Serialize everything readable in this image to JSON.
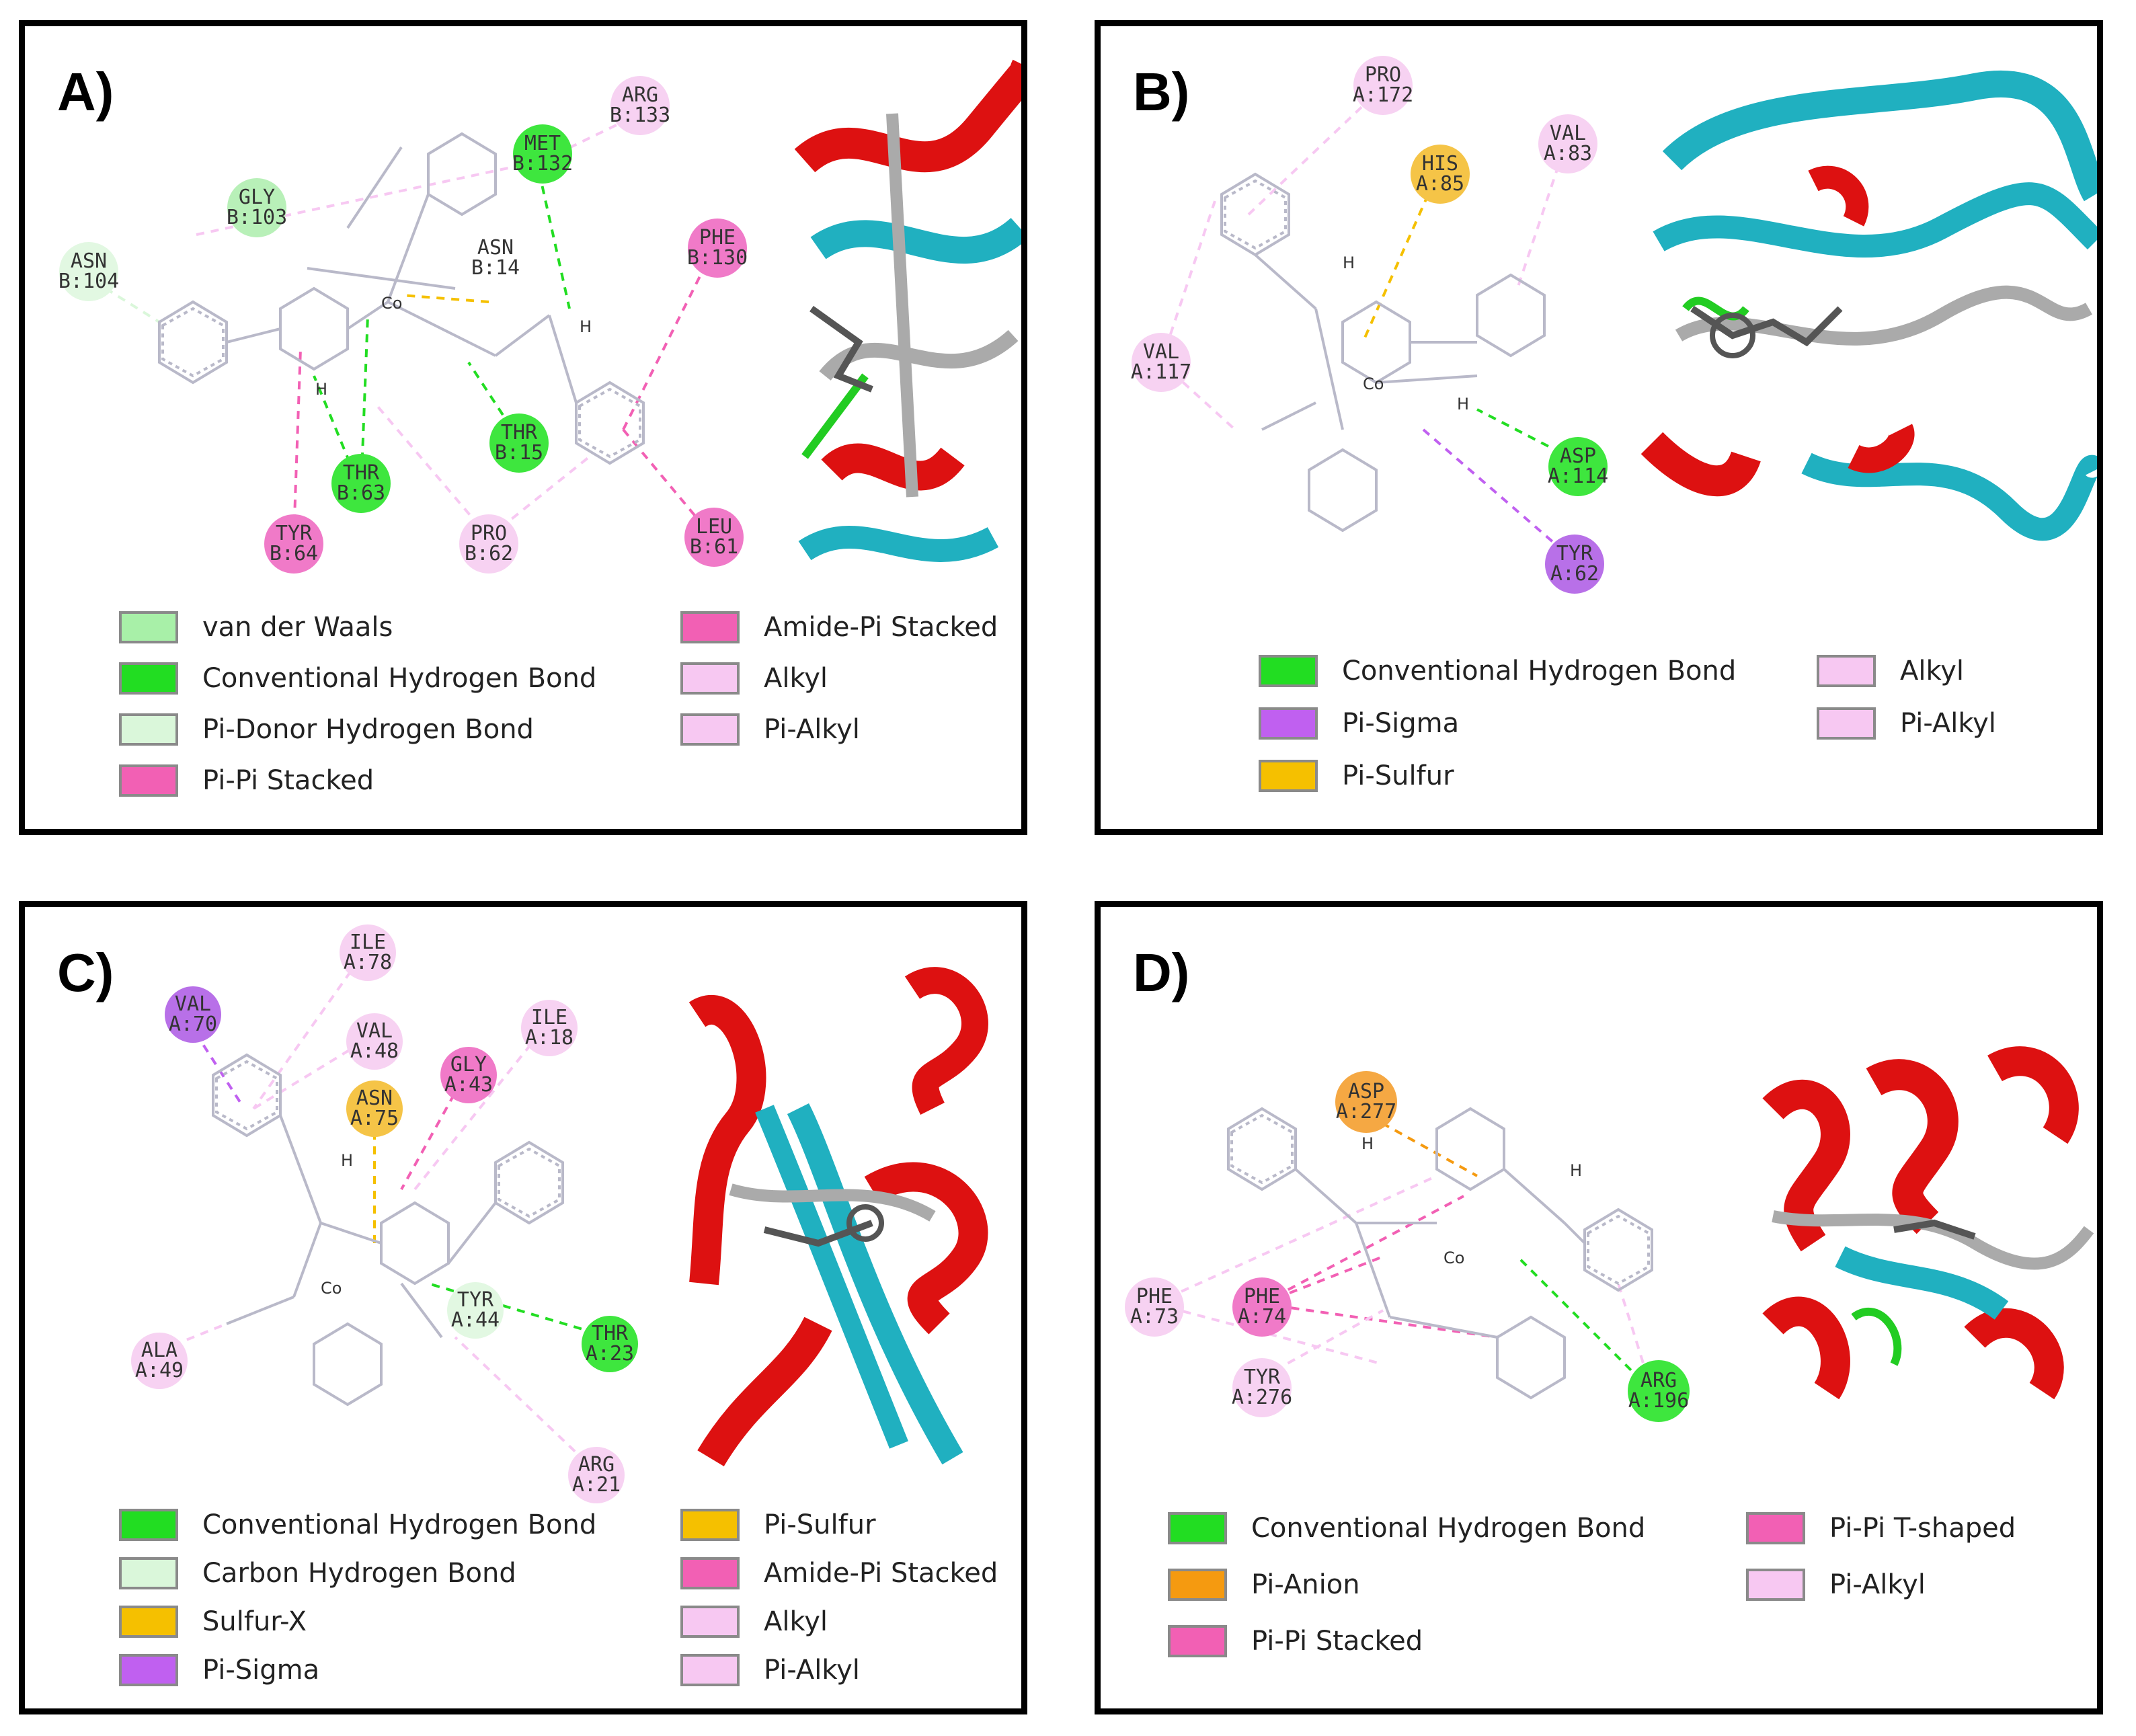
{
  "panels": [
    {
      "label": "A)",
      "residues": [
        {
          "name": "ARG",
          "id": "B:133",
          "type": "alkyl"
        },
        {
          "name": "MET",
          "id": "B:132",
          "type": "hbond"
        },
        {
          "name": "GLY",
          "id": "B:103",
          "type": "vdw"
        },
        {
          "name": "ASN",
          "id": "B:104",
          "type": "vdw_light"
        },
        {
          "name": "ASN",
          "id": "B:14",
          "type": "none"
        },
        {
          "name": "PHE",
          "id": "B:130",
          "type": "pipi"
        },
        {
          "name": "THR",
          "id": "B:15",
          "type": "hbond"
        },
        {
          "name": "THR",
          "id": "B:63",
          "type": "hbond"
        },
        {
          "name": "TYR",
          "id": "B:64",
          "type": "pipi"
        },
        {
          "name": "PRO",
          "id": "B:62",
          "type": "alkyl"
        },
        {
          "name": "LEU",
          "id": "B:61",
          "type": "pipi"
        }
      ],
      "atoms": [
        "Co",
        "H",
        "H"
      ],
      "legend": [
        {
          "label": "van der Waals",
          "color": "#a8f0a8"
        },
        {
          "label": "Conventional Hydrogen Bond",
          "color": "#22dd22"
        },
        {
          "label": "Pi-Donor Hydrogen Bond",
          "color": "#daf7da"
        },
        {
          "label": "Pi-Pi Stacked",
          "color": "#f260b4"
        },
        {
          "label": "Amide-Pi Stacked",
          "color": "#f260b4"
        },
        {
          "label": "Alkyl",
          "color": "#f7c8f2"
        },
        {
          "label": "Pi-Alkyl",
          "color": "#f7c8f2"
        }
      ]
    },
    {
      "label": "B)",
      "residues": [
        {
          "name": "PRO",
          "id": "A:172",
          "type": "alkyl"
        },
        {
          "name": "HIS",
          "id": "A:85",
          "type": "sulfur"
        },
        {
          "name": "VAL",
          "id": "A:83",
          "type": "alkyl"
        },
        {
          "name": "VAL",
          "id": "A:117",
          "type": "alkyl"
        },
        {
          "name": "ASP",
          "id": "A:114",
          "type": "hbond"
        },
        {
          "name": "TYR",
          "id": "A:62",
          "type": "sigma"
        }
      ],
      "atoms": [
        "Co",
        "H",
        "H"
      ],
      "legend": [
        {
          "label": "Conventional Hydrogen Bond",
          "color": "#22dd22"
        },
        {
          "label": "Pi-Sigma",
          "color": "#c060f0"
        },
        {
          "label": "Pi-Sulfur",
          "color": "#f5c000"
        },
        {
          "label": "Alkyl",
          "color": "#f7c8f2"
        },
        {
          "label": "Pi-Alkyl",
          "color": "#f7c8f2"
        }
      ]
    },
    {
      "label": "C)",
      "residues": [
        {
          "name": "ILE",
          "id": "A:78",
          "type": "alkyl"
        },
        {
          "name": "VAL",
          "id": "A:70",
          "type": "sigma"
        },
        {
          "name": "VAL",
          "id": "A:48",
          "type": "alkyl"
        },
        {
          "name": "ILE",
          "id": "A:18",
          "type": "alkyl"
        },
        {
          "name": "GLY",
          "id": "A:43",
          "type": "pipi"
        },
        {
          "name": "ASN",
          "id": "A:75",
          "type": "sulfur"
        },
        {
          "name": "TYR",
          "id": "A:44",
          "type": "vdw_light"
        },
        {
          "name": "THR",
          "id": "A:23",
          "type": "hbond"
        },
        {
          "name": "ALA",
          "id": "A:49",
          "type": "alkyl"
        },
        {
          "name": "ARG",
          "id": "A:21",
          "type": "alkyl"
        }
      ],
      "atoms": [
        "Co",
        "H"
      ],
      "legend": [
        {
          "label": "Conventional Hydrogen Bond",
          "color": "#22dd22"
        },
        {
          "label": "Carbon Hydrogen Bond",
          "color": "#daf7da"
        },
        {
          "label": "Sulfur-X",
          "color": "#f5c000"
        },
        {
          "label": "Pi-Sigma",
          "color": "#c060f0"
        },
        {
          "label": "Pi-Sulfur",
          "color": "#f5c000"
        },
        {
          "label": "Amide-Pi Stacked",
          "color": "#f260b4"
        },
        {
          "label": "Alkyl",
          "color": "#f7c8f2"
        },
        {
          "label": "Pi-Alkyl",
          "color": "#f7c8f2"
        }
      ]
    },
    {
      "label": "D)",
      "residues": [
        {
          "name": "ASP",
          "id": "A:277",
          "type": "anion"
        },
        {
          "name": "PHE",
          "id": "A:73",
          "type": "alkyl"
        },
        {
          "name": "PHE",
          "id": "A:74",
          "type": "pipi"
        },
        {
          "name": "TYR",
          "id": "A:276",
          "type": "alkyl"
        },
        {
          "name": "ARG",
          "id": "A:196",
          "type": "hbond"
        }
      ],
      "atoms": [
        "Co",
        "H",
        "H"
      ],
      "legend": [
        {
          "label": "Conventional Hydrogen Bond",
          "color": "#22dd22"
        },
        {
          "label": "Pi-Anion",
          "color": "#f59a10"
        },
        {
          "label": "Pi-Pi Stacked",
          "color": "#f260b4"
        },
        {
          "label": "Pi-Pi T-shaped",
          "color": "#f260b4"
        },
        {
          "label": "Pi-Alkyl",
          "color": "#f7c8f2"
        }
      ]
    }
  ],
  "residue_colors": {
    "hbond": "#3ee63e",
    "vdw": "#b8f0b8",
    "vdw_light": "#e2f8e2",
    "pipi": "#f07ac8",
    "alkyl": "#f7d2f2",
    "sigma": "#b870e8",
    "sulfur": "#f5c447",
    "anion": "#f5a843",
    "none": "#ffffff"
  }
}
